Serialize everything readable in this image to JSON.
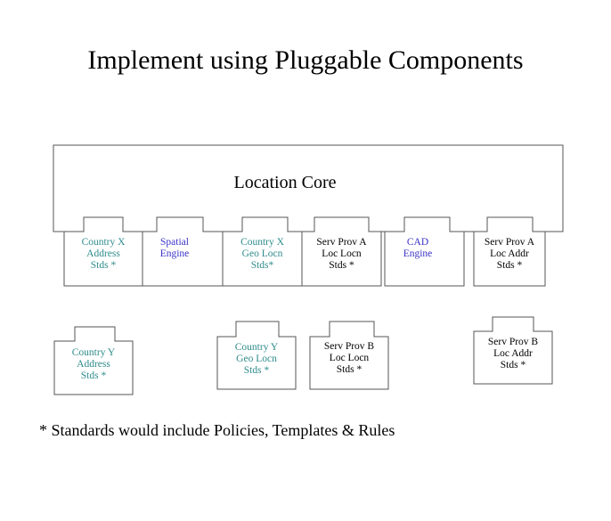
{
  "title": "Implement using Pluggable Components",
  "core": {
    "label": "Location Core"
  },
  "plugged_components": [
    {
      "lines": [
        "Country X",
        "Address",
        "Stds *"
      ]
    },
    {
      "lines": [
        "Spatial",
        "Engine"
      ]
    },
    {
      "lines": [
        "Country X",
        "Geo Locn",
        "Stds*"
      ]
    },
    {
      "lines": [
        "Serv Prov A",
        "Loc Locn",
        "Stds *"
      ]
    },
    {
      "lines": [
        "CAD",
        "Engine"
      ]
    },
    {
      "lines": [
        "Serv Prov A",
        "Loc Addr",
        "Stds *"
      ]
    }
  ],
  "loose_components": [
    {
      "lines": [
        "Country Y",
        "Address",
        "Stds *"
      ]
    },
    {
      "lines": [
        "Country Y",
        "Geo Locn",
        "Stds *"
      ]
    },
    {
      "lines": [
        "Serv Prov B",
        "Loc Locn",
        "Stds *"
      ]
    },
    {
      "lines": [
        "Serv Prov B",
        "Loc Addr",
        "Stds *"
      ]
    }
  ],
  "colors": {
    "teal_text": "#2e8b8b",
    "blue_text": "#3a32c8",
    "stroke": "#555555"
  },
  "footnote": "* Standards would include Policies, Templates & Rules"
}
